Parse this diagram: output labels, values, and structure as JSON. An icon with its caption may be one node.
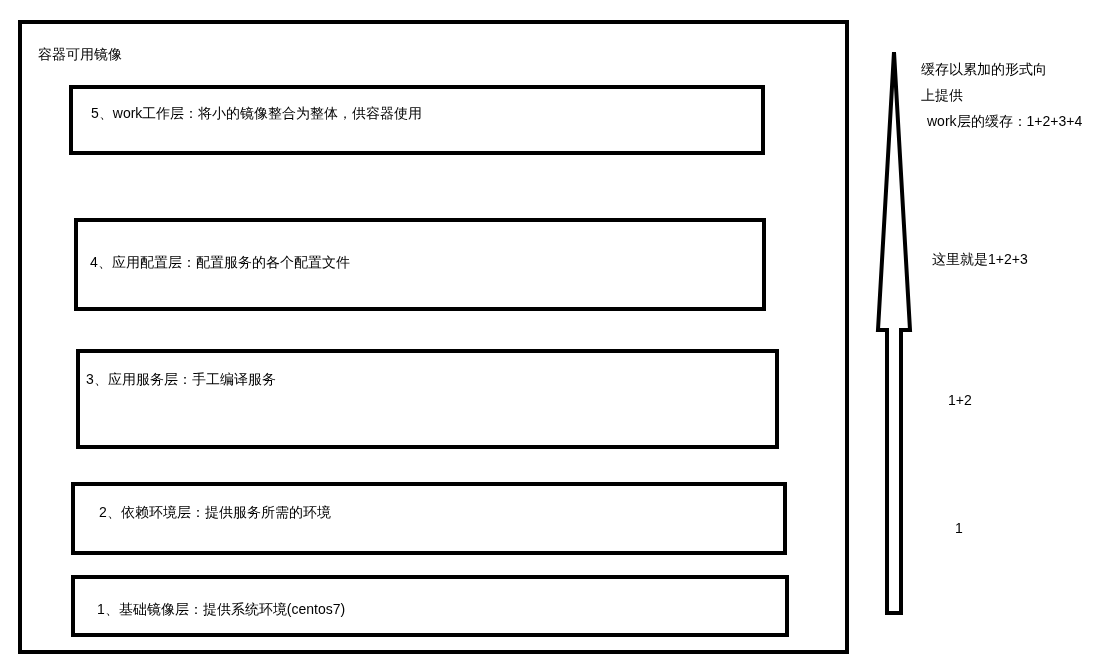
{
  "diagram": {
    "nodes": [
      {
        "text": [
          "容器可用镜像"
        ]
      },
      {
        "text": [
          "5、work工作层：将小的镜像整合为整体，供容器使用"
        ],
        "in": 0
      },
      {
        "text": [
          "4、应用配置层：配置服务的各个配置文件"
        ],
        "in": 0
      },
      {
        "text": [
          "3、应用服务层：手工编译服务"
        ],
        "in": 0
      },
      {
        "text": [
          "2、依赖环境层：提供服务所需的环境"
        ],
        "in": 0
      },
      {
        "text": [
          "1、基础镜像层：提供系统环境(centos7)"
        ],
        "in": 0
      }
    ],
    "edges": [],
    "labels": [
      "缓存以累加的形式向上提供",
      "work层的缓存：1+2+3+4",
      "这里就是1+2+3",
      "1+2",
      "1"
    ]
  }
}
